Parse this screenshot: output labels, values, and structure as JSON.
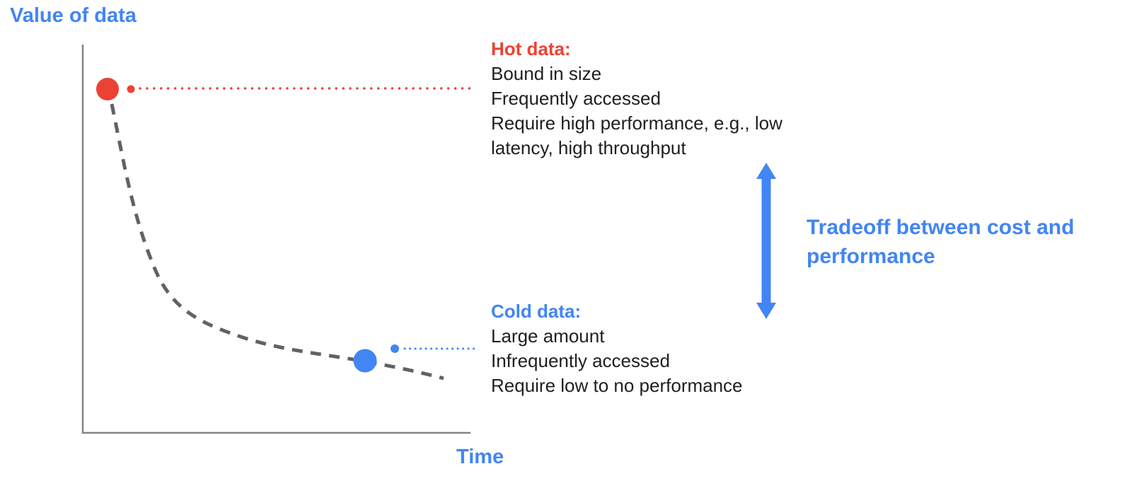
{
  "figure": {
    "y_axis_label": "Value of data",
    "x_axis_label": "Time"
  },
  "hot_data": {
    "title": "Hot data:",
    "lines": [
      "Bound in size",
      "Frequently accessed",
      "Require high performance, e.g., low",
      "latency, high throughput"
    ]
  },
  "cold_data": {
    "title": "Cold data:",
    "lines": [
      "Large amount",
      "Infrequently accessed",
      "Require low to no performance"
    ]
  },
  "tradeoff": {
    "label": "Tradeoff between cost and performance"
  },
  "colors": {
    "blue": "#4285f4",
    "red": "#ea4335",
    "ink": "#1f1f1f",
    "curve": "#5f6368",
    "axis": "#848484"
  }
}
